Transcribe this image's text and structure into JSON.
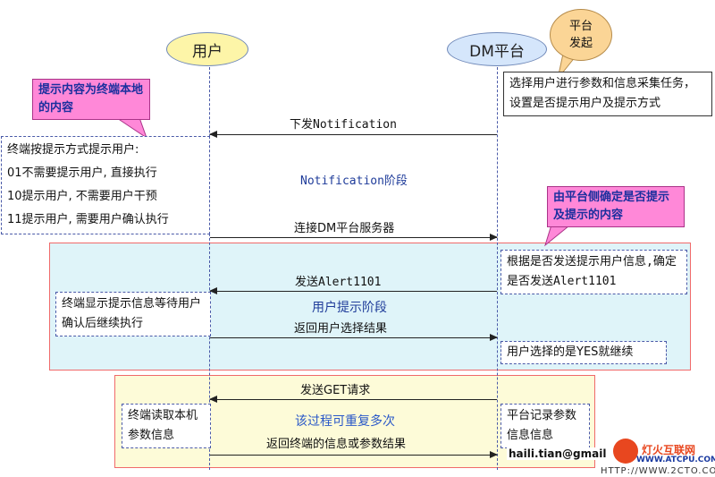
{
  "participants": {
    "user": "用户",
    "dm": "DM平台"
  },
  "origin_bubble": "平台\n发起",
  "dm_task_note": "选择用户进行参数和信息采集任务，设置是否提示用户及提示方式",
  "callout_terminal": "提示内容为终端本地的内容",
  "callout_platform": "由平台侧确定是否提示及提示的内容",
  "prompt_modes": {
    "title": "终端按提示方式提示用户:",
    "lines": [
      "01不需要提示用户, 直接执行",
      "10提示用户, 不需要用户干预",
      "11提示用户, 需要用户确认执行"
    ]
  },
  "messages": {
    "notification": "下发Notification",
    "connect": "连接DM平台服务器",
    "alert": "发送Alert1101",
    "return_choice": "返回用户选择结果",
    "get": "发送GET请求",
    "return_params": "返回终端的信息或参数结果"
  },
  "phases": {
    "notification": "Notification阶段",
    "prompt": "用户提示阶段",
    "repeat": "该过程可重复多次"
  },
  "notes": {
    "alert_decide": "根据是否发送提示用户信息,确定是否发送Alert1101",
    "terminal_wait": "终端显示提示信息等待用户确认后继续执行",
    "yes_continue": "用户选择的是YES就继续",
    "read_params": "终端读取本机参数信息",
    "record_params": "平台记录参数信息信息"
  },
  "author": "haili.tian@gmail",
  "watermarks": {
    "site_name": "灯火互联网",
    "site_url": "WWW.ATCPU.COM",
    "url_partial": "HTTP://WWW.2CTO.COM"
  },
  "colors": {
    "lifeline_head": "#fdf5a8",
    "dm_head": "#d5e6fb",
    "bubble": "#fbd596",
    "callout": "#ff88d8",
    "cyan_region": "#dff4f9",
    "yellow_region": "#fdfbd8"
  }
}
